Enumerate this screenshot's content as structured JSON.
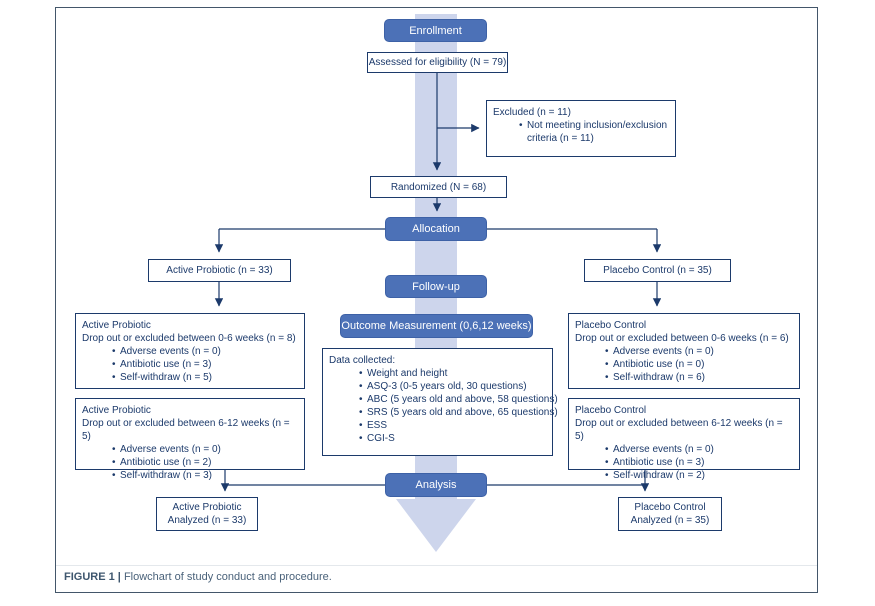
{
  "stages": {
    "enrollment": "Enrollment",
    "allocation": "Allocation",
    "follow_up": "Follow-up",
    "outcome_measurement": "Outcome Measurement (0,6,12 weeks)",
    "analysis": "Analysis"
  },
  "boxes": {
    "assessed": {
      "text": "Assessed for eligibility (N = 79)"
    },
    "excluded": {
      "title": "Excluded (n = 11)",
      "bullets": [
        "Not meeting inclusion/exclusion criteria (n = 11)"
      ]
    },
    "randomized": {
      "text": "Randomized (N = 68)"
    },
    "active_arm": {
      "text": "Active Probiotic (n = 33)"
    },
    "placebo_arm": {
      "text": "Placebo Control (n = 35)"
    },
    "active_dropout_0_6": {
      "title": "Active Probiotic",
      "subtitle": "Drop out or excluded between 0-6 weeks (n = 8)",
      "bullets": [
        "Adverse events (n = 0)",
        "Antibiotic use (n = 3)",
        "Self-withdraw (n = 5)"
      ]
    },
    "active_dropout_6_12": {
      "title": "Active Probiotic",
      "subtitle": "Drop out or excluded between 6-12 weeks (n = 5)",
      "bullets": [
        "Adverse events (n = 0)",
        "Antibiotic use (n = 2)",
        "Self-withdraw (n = 3)"
      ]
    },
    "data_collected": {
      "title": "Data collected:",
      "bullets": [
        "Weight and height",
        "ASQ-3 (0-5 years old, 30 questions)",
        "ABC (5 years old and above, 58 questions)",
        "SRS (5 years old and above, 65 questions)",
        "ESS",
        "CGI-S"
      ]
    },
    "placebo_dropout_0_6": {
      "title": "Placebo Control",
      "subtitle": "Drop out or excluded between 0-6 weeks (n = 6)",
      "bullets": [
        "Adverse events (n = 0)",
        "Antibiotic use (n = 0)",
        "Self-withdraw (n = 6)"
      ]
    },
    "placebo_dropout_6_12": {
      "title": "Placebo Control",
      "subtitle": "Drop out or excluded between 6-12 weeks (n = 5)",
      "bullets": [
        "Adverse events (n = 0)",
        "Antibiotic use (n = 3)",
        "Self-withdraw (n = 2)"
      ]
    },
    "active_analyzed": {
      "line1": "Active Probiotic",
      "line2": "Analyzed (n = 33)"
    },
    "placebo_analyzed": {
      "line1": "Placebo Control",
      "line2": "Analyzed (n = 35)"
    }
  },
  "caption": {
    "label": "FIGURE 1",
    "separator": "|",
    "text": "Flowchart of study conduct and procedure."
  },
  "colors": {
    "stage_fill": "#4c71b7",
    "stage_border": "#3d61a6",
    "stage_text": "#ffffff",
    "box_border": "#1c3a6b",
    "box_text": "#1c3a6b",
    "connector_line": "#1c3a6b",
    "center_band": "#cdd5ec",
    "frame_border": "#43566a",
    "caption_text": "#4a627a"
  }
}
